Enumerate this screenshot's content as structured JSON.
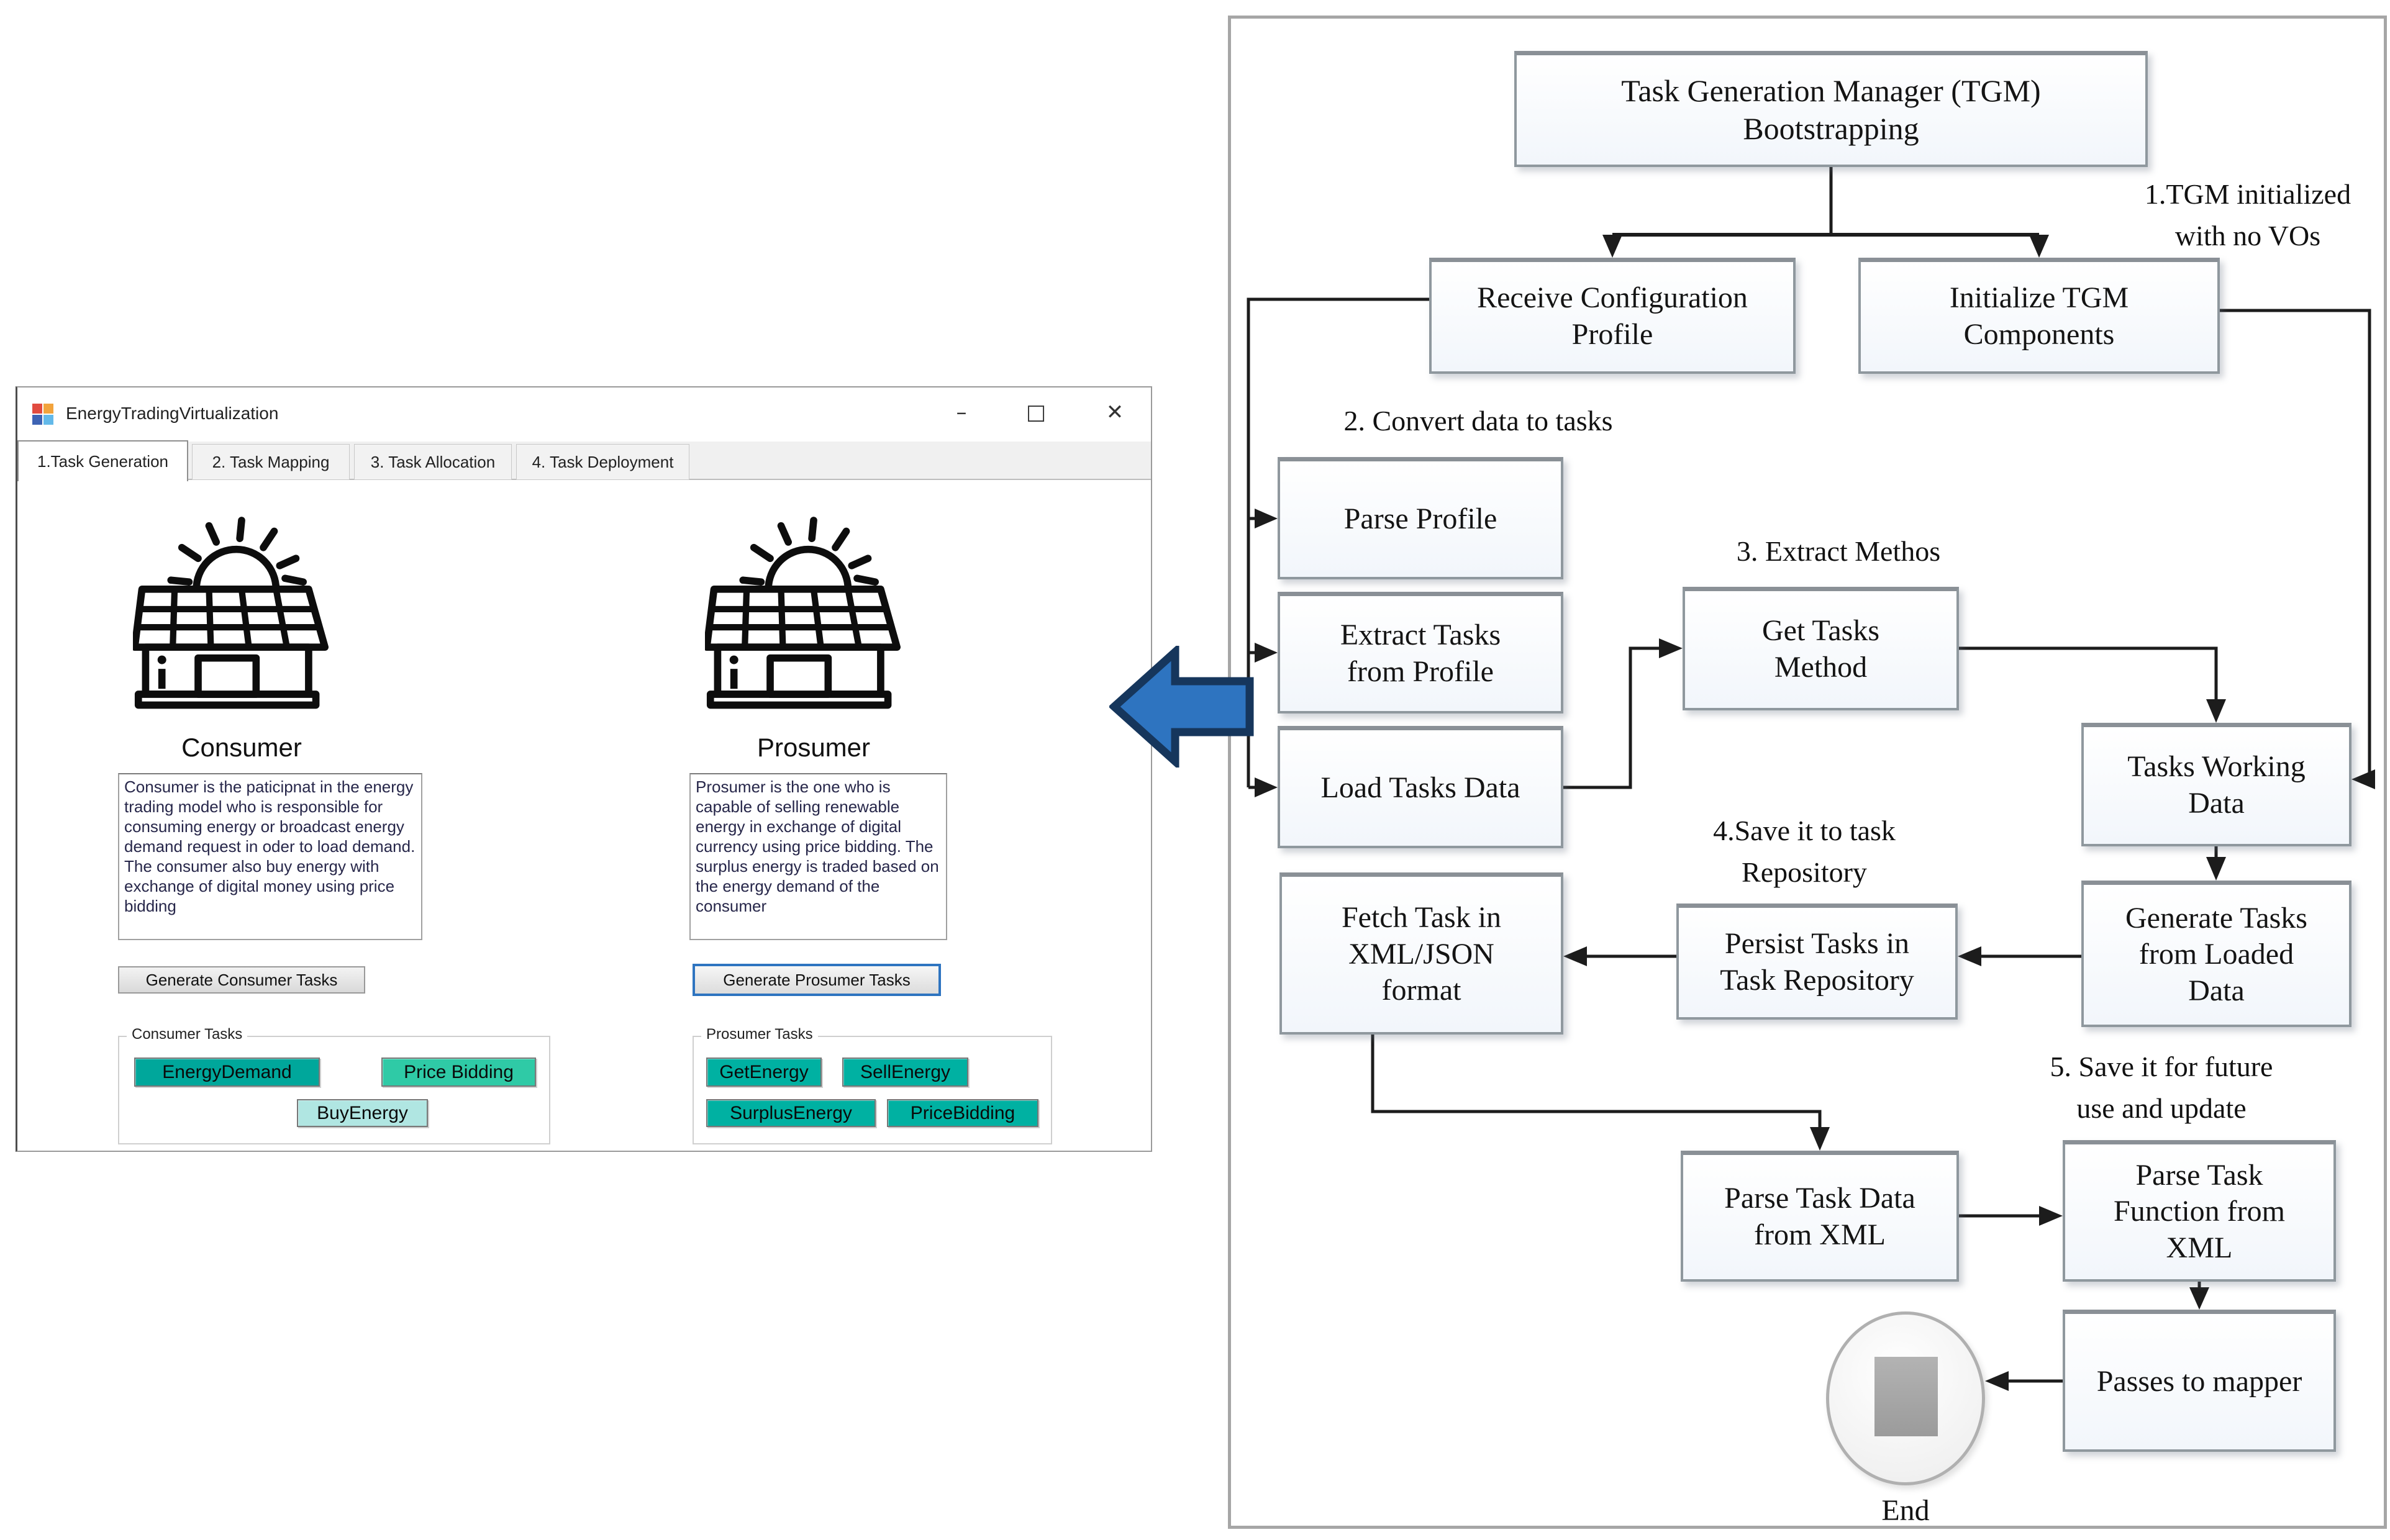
{
  "window": {
    "title": "EnergyTradingVirtualization",
    "controls": {
      "minimize": "–",
      "maximize": "□",
      "close": "✕"
    },
    "tabs": [
      {
        "label": "1.Task Generation"
      },
      {
        "label": "2. Task Mapping"
      },
      {
        "label": "3. Task Allocation"
      },
      {
        "label": "4. Task Deployment"
      }
    ],
    "consumer": {
      "heading": "Consumer",
      "description": "Consumer is the paticipnat in the energy trading model who is responsible for consuming energy or broadcast energy demand request in oder to load demand. The consumer also buy energy with exchange of digital money using price bidding",
      "generate_button": "Generate Consumer Tasks",
      "group_label": "Consumer Tasks",
      "tasks": [
        {
          "label": "EnergyDemand",
          "color": "#00a79b"
        },
        {
          "label": "Price Bidding",
          "color": "#2fcaa6"
        },
        {
          "label": "BuyEnergy",
          "color": "#b0e6e2"
        }
      ]
    },
    "prosumer": {
      "heading": "Prosumer",
      "description": "Prosumer is the one who is capable of selling renewable energy in exchange of digital currency using price bidding. The surplus energy is traded based on the energy demand of the consumer",
      "generate_button": "Generate Prosumer Tasks",
      "group_label": "Prosumer Tasks",
      "tasks": [
        {
          "label": "GetEnergy",
          "color": "#00b1a2"
        },
        {
          "label": "SellEnergy",
          "color": "#00b1a2"
        },
        {
          "label": "SurplusEnergy",
          "color": "#00b1a2"
        },
        {
          "label": "PriceBidding",
          "color": "#00b1a2"
        }
      ]
    }
  },
  "flowchart": {
    "nodes": {
      "tgm": "Task Generation Manager (TGM)\nBootstrapping",
      "receive_profile": "Receive Configuration\nProfile",
      "init_components": "Initialize TGM\nComponents",
      "parse_profile": "Parse Profile",
      "extract_tasks": "Extract Tasks\nfrom Profile",
      "load_tasks": "Load Tasks Data",
      "get_tasks_method": "Get Tasks\nMethod",
      "tasks_working_data": "Tasks Working\nData",
      "generate_tasks": "Generate Tasks\nfrom Loaded\nData",
      "persist_tasks": "Persist Tasks in\nTask Repository",
      "fetch_task": "Fetch Task in\nXML/JSON\nformat",
      "parse_task_data": "Parse Task Data\nfrom XML",
      "parse_task_function": "Parse Task\nFunction from\nXML",
      "passes_to_mapper": "Passes to mapper"
    },
    "annotations": {
      "step1": "1.TGM initialized\nwith no VOs",
      "step2": "2. Convert data to tasks",
      "step3": "3. Extract Methos",
      "step4": "4.Save it to task\nRepository",
      "step5": "5. Save it for future\nuse and update",
      "end_label": "End"
    }
  },
  "colors": {
    "chip_teal": "#00b1a2",
    "chip_teal_dark": "#00a79b",
    "chip_mint": "#2fcaa6",
    "chip_light": "#b0e6e2",
    "arrow_blue_fill": "#2e74c0",
    "arrow_blue_stroke": "#16365c",
    "focus_border": "#2e74c0"
  }
}
